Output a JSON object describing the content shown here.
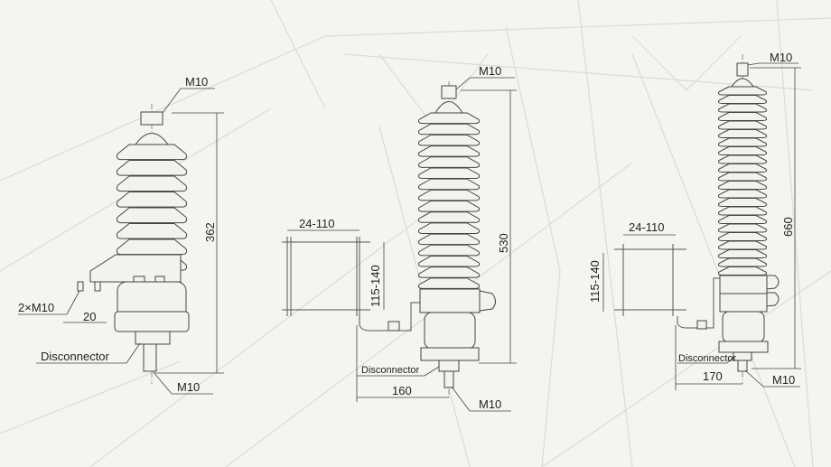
{
  "arresters": [
    {
      "name": "left",
      "top_terminal": "M10",
      "height_dim": "362",
      "mount_bolts": "2×M10",
      "bolt_spacing": "20",
      "disconnector": "Disconnector",
      "bottom_terminal": "M10"
    },
    {
      "name": "middle",
      "top_terminal": "M10",
      "height_dim": "530",
      "bracket_width": "24-110",
      "bracket_height": "115-140",
      "disconnector": "Disconnector",
      "offset_dim": "160",
      "bottom_terminal": "M10"
    },
    {
      "name": "right",
      "top_terminal": "M10",
      "height_dim": "660",
      "bracket_width": "24-110",
      "bracket_height": "115-140",
      "disconnector": "Disconnector",
      "offset_dim": "170",
      "bottom_terminal": "M10"
    }
  ],
  "colors": {
    "background": "#f4f4f1",
    "line": "#444444",
    "watermark": "#dcdcd4"
  }
}
